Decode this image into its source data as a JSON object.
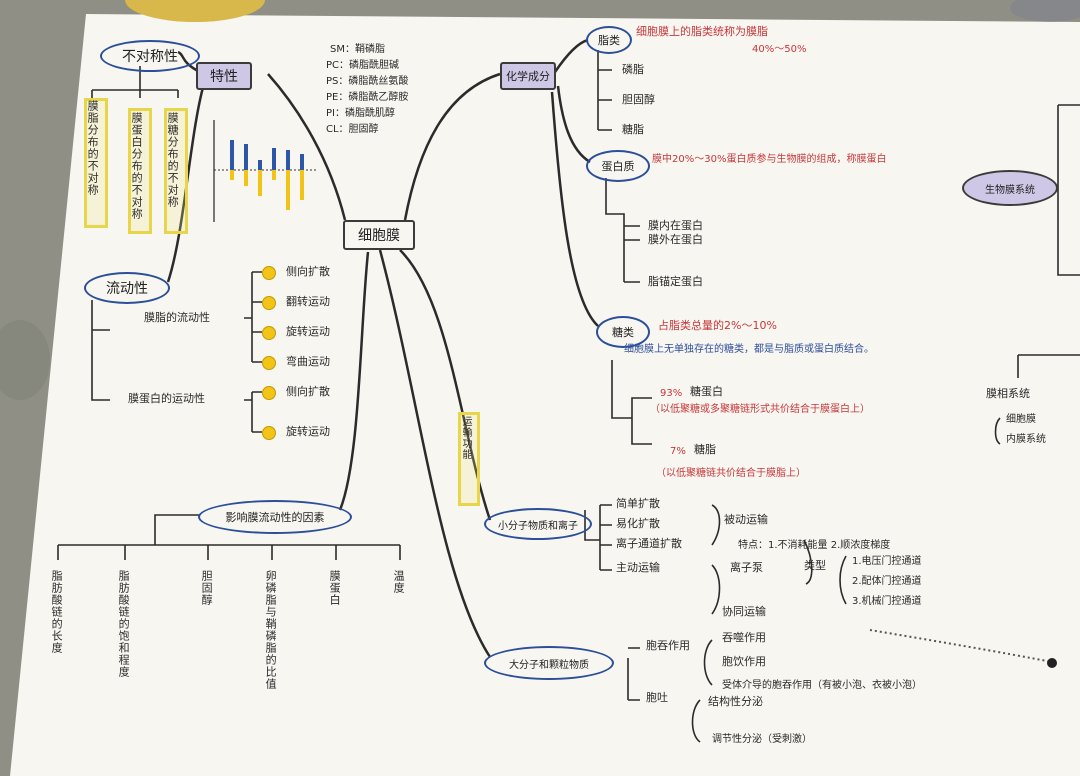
{
  "scene": {
    "colors": {
      "paper": "#f7f6f1",
      "table": "#8f8f86",
      "ink": "#2a2a2a",
      "red_ink": "#c8373a",
      "blue_ink": "#2f4e9a",
      "yellow": "#f2c418",
      "chart_blue": "#2d55a8"
    },
    "center": "细胞膜",
    "left": {
      "asymmetry": "不对称性",
      "asym_items": [
        "膜脂分布的不对称",
        "膜蛋白分布的不对称",
        "膜糖分布的不对称"
      ],
      "feature": "特性",
      "legend": [
        "SM：鞘磷脂",
        "PC：磷脂酰胆碱",
        "PS：磷脂酰丝氨酸",
        "PE：磷脂酰乙醇胺",
        "PI：磷脂酰肌醇",
        "CL：胆固醇"
      ],
      "fluidity": "流动性",
      "lipid_flow": "膜脂的流动性",
      "lipid_moves": [
        "侧向扩散",
        "翻转运动",
        "旋转运动",
        "弯曲运动"
      ],
      "protein_flow": "膜蛋白的运动性",
      "protein_moves": [
        "侧向扩散",
        "旋转运动"
      ],
      "factors": "影响膜流动性的因素",
      "factor_items": [
        "脂肪酸链的长度",
        "脂肪酸链的饱和程度",
        "胆固醇",
        "卵磷脂与鞘磷脂的比值",
        "膜蛋白",
        "温度"
      ]
    },
    "right": {
      "composition": "化学成分",
      "lipids": "脂类",
      "lipids_note": "细胞膜上的脂类统称为膜脂",
      "lipids_pct": "40%～50%",
      "lipid_items": [
        "磷脂",
        "胆固醇",
        "糖脂"
      ],
      "protein": "蛋白质",
      "protein_note": "膜中20%～30%蛋白质参与生物膜的组成，称膜蛋白",
      "protein_items": [
        "膜内在蛋白",
        "膜外在蛋白",
        "脂锚定蛋白"
      ],
      "sugar": "糖类",
      "sugar_note": "占脂类总量的2%～10%",
      "sugar_desc": "细胞膜上无单独存在的糖类，都是与脂质或蛋白质结合。",
      "glycoprotein_pct": "93%",
      "glycoprotein": "糖蛋白",
      "glycoprotein_note": "（以低聚糖或多聚糖链形式共价结合于膜蛋白上）",
      "glycolipid_pct": "7%",
      "glycolipid": "糖脂",
      "glycolipid_note": "（以低聚糖链共价结合于膜脂上）",
      "transport_label": "运输功能",
      "small": "小分子物质和离子",
      "small_items": [
        "简单扩散",
        "易化扩散",
        "离子通道扩散",
        "主动运输"
      ],
      "passive": "被动运输",
      "feature_label": "特点：1.不消耗能量 2.顺浓度梯度",
      "type_label": "类型",
      "channel_types": [
        "1.电压门控通道",
        "2.配体门控通道",
        "3.机械门控通道"
      ],
      "pump": "离子泵",
      "cotransport": "协同运输",
      "large": "大分子和颗粒物质",
      "endo": "胞吞作用",
      "endo_items": [
        "吞噬作用",
        "胞饮作用",
        "受体介导的胞吞作用（有被小泡、衣被小泡）"
      ],
      "exo": "胞吐",
      "exo_items": [
        "结构性分泌",
        "调节性分泌（受刺激）"
      ],
      "bio_system": "生物膜系统",
      "membrane_system": "膜相系统",
      "membrane_items": [
        "细胞膜",
        "内膜系统"
      ]
    }
  }
}
